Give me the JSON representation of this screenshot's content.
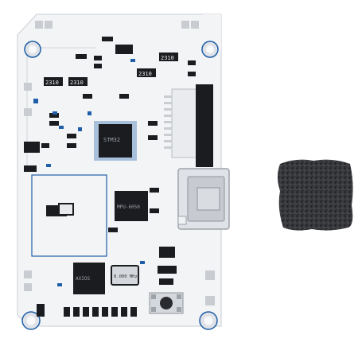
{
  "scene": {
    "background": "#ffffff",
    "board_color": "#f3f4f6",
    "pad_color": "#c9cdd2",
    "smd_dark": "#1b1c20",
    "smd_blue_trace": "#1f5fa8",
    "foam_color": "#2f3033"
  },
  "silkscreen": {
    "reg_left_a": "2310",
    "reg_left_b": "2310",
    "reg_top_right": "2310",
    "reg_top_mid": "2310",
    "crystal_label": "8.000 MHz",
    "ic_bottom_left": "AXIOS",
    "chip_mcu": "STM32",
    "chip_mid": "MPU-6050"
  },
  "icons": {
    "board": "pcb-board",
    "usb": "usb-connector",
    "foam": "foam-filter",
    "button": "push-button"
  }
}
